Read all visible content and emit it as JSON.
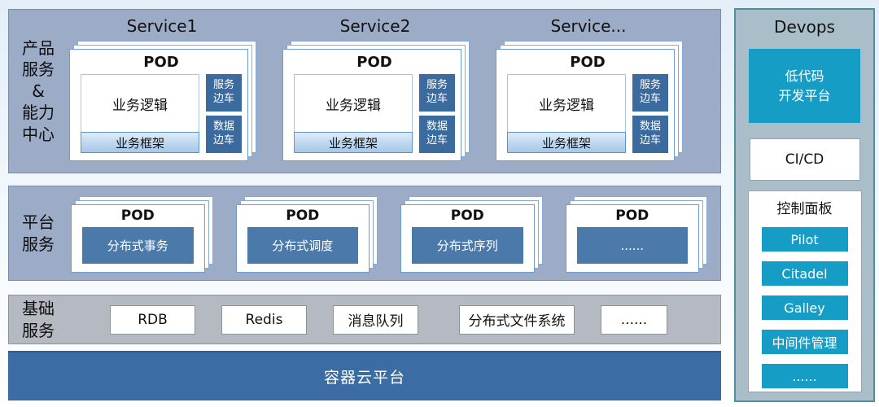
{
  "products": {
    "label": "产品\n服务\n&\n能力\n中心",
    "pod_title": "POD",
    "services": [
      {
        "title": "Service1",
        "logic": "业务逻辑",
        "framework": "业务框架",
        "sidecar_service": "服务\n边车",
        "sidecar_data": "数据\n边车"
      },
      {
        "title": "Service2",
        "logic": "业务逻辑",
        "framework": "业务框架",
        "sidecar_service": "服务\n边车",
        "sidecar_data": "数据\n边车"
      },
      {
        "title": "Service...",
        "logic": "业务逻辑",
        "framework": "业务框架",
        "sidecar_service": "服务\n边车",
        "sidecar_data": "数据\n边车"
      }
    ]
  },
  "platform": {
    "label": "平台\n服务",
    "pods": [
      {
        "title": "POD",
        "service": "分布式事务"
      },
      {
        "title": "POD",
        "service": "分布式调度"
      },
      {
        "title": "POD",
        "service": "分布式序列"
      },
      {
        "title": "POD",
        "service": "......"
      }
    ]
  },
  "infra": {
    "label": "基础\n服务",
    "items": [
      "RDB",
      "Redis",
      "消息队列",
      "分布式文件系统",
      "......"
    ]
  },
  "cloud": {
    "label": "容器云平台"
  },
  "devops": {
    "title": "Devops",
    "lowcode": "低代码\n开发平台",
    "cicd": "CI/CD",
    "control_panel": {
      "title": "控制面板",
      "items": [
        "Pilot",
        "Citadel",
        "Galley",
        "中间件管理",
        "......"
      ]
    }
  },
  "colors": {
    "panel_blue_gray": "#9dacc6",
    "infra_gray": "#b5b9c1",
    "devops_gray": "#a9bec8",
    "accent_cyan": "#169dc6",
    "steel_blue": "#4b79aa",
    "dark_sidecar_blue": "#3a6a9e",
    "cloud_bar_blue": "#3b6ca3",
    "card_border_blue": "#6e9ccf",
    "framework_light_blue": "#a6c7e8"
  }
}
